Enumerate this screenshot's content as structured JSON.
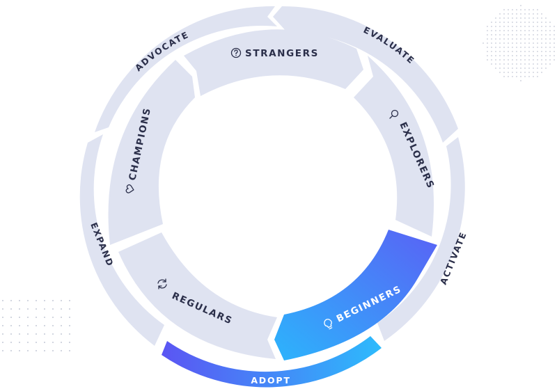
{
  "outer_ring": {
    "evaluate": "EVALUATE",
    "activate": "ACTIVATE",
    "adopt": "ADOPT",
    "expand": "EXPAND",
    "advocate": "ADVOCATE"
  },
  "inner_ring": {
    "strangers": "STRANGERS",
    "explorers": "EXPLORERS",
    "beginners": "BEGINNERS",
    "regulars": "REGULARS",
    "champions": "CHAMPIONS"
  },
  "icons": {
    "strangers": "question-circle-icon",
    "explorers": "magnifier-icon",
    "beginners": "lightbulb-icon",
    "regulars": "refresh-icon",
    "champions": "heart-icon"
  },
  "colors": {
    "segment": "#dfe3f1",
    "highlight_start": "#2fb2fb",
    "highlight_end": "#5b63f6",
    "text": "#2b2f4a",
    "dots": "#c5c9d6"
  }
}
